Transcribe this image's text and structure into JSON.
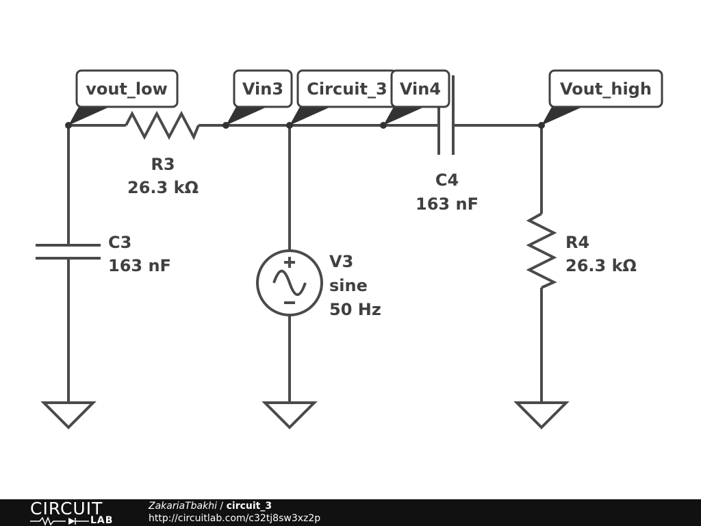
{
  "flags": {
    "vout_low": "vout_low",
    "vin3": "Vin3",
    "circuit_3": "Circuit_3",
    "vin4": "Vin4",
    "vout_high": "Vout_high"
  },
  "components": {
    "r3": {
      "name": "R3",
      "value": "26.3 kΩ"
    },
    "c3": {
      "name": "C3",
      "value": "163 nF"
    },
    "v3": {
      "name": "V3",
      "type": "sine",
      "freq": "50 Hz"
    },
    "c4": {
      "name": "C4",
      "value": "163 nF"
    },
    "r4": {
      "name": "R4",
      "value": "26.3 kΩ"
    }
  },
  "footer": {
    "logo_top": "CIRCUIT",
    "logo_bottom": "LAB",
    "author": "ZakariaTbakhi",
    "separator": " / ",
    "title": "circuit_3",
    "url": "http://circuitlab.com/c32tj8sw3xz2p"
  },
  "colors": {
    "wire": "#4a4a4a",
    "footer_bg": "#111111"
  }
}
